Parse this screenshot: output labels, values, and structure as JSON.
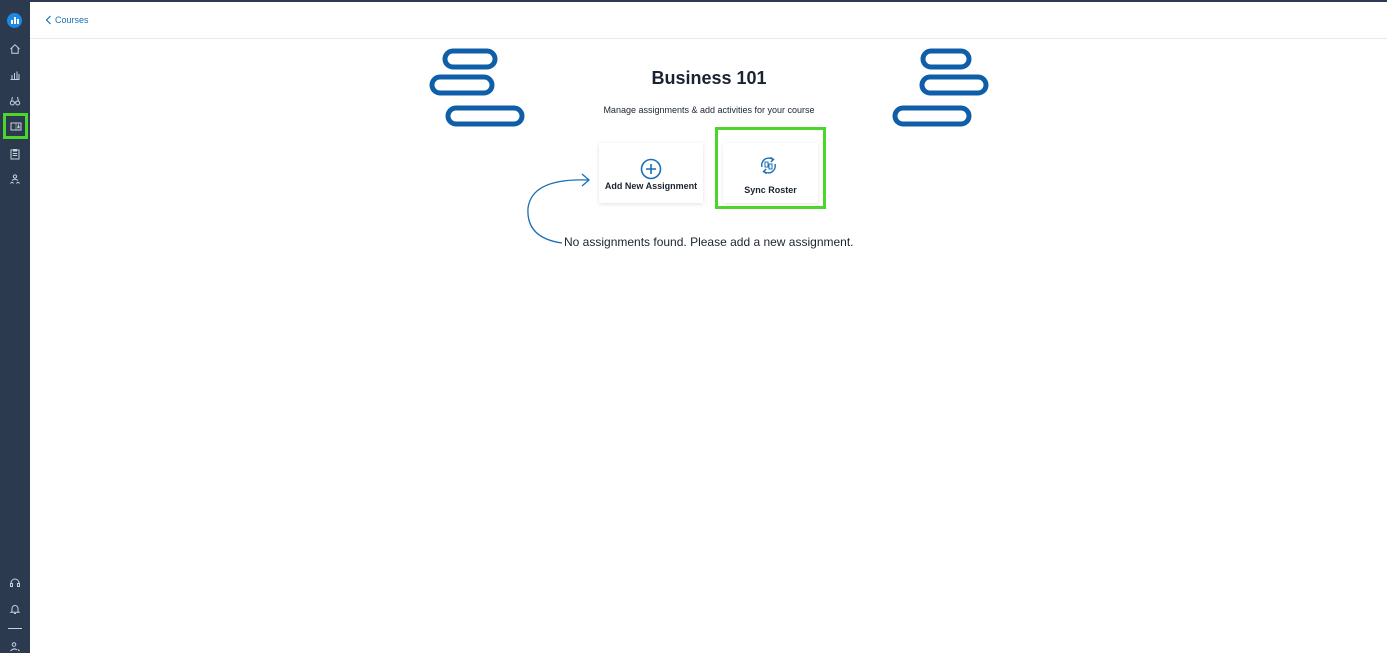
{
  "header": {
    "back_label": "Courses"
  },
  "course": {
    "title": "Business 101",
    "subtitle": "Manage assignments & add activities for your course"
  },
  "actions": {
    "add_assignment_label": "Add New Assignment",
    "sync_roster_label": "Sync Roster"
  },
  "empty_state": {
    "message": "No assignments found. Please add a new assignment."
  },
  "sidebar": {
    "items": [
      {
        "icon": "home-icon"
      },
      {
        "icon": "bar-chart-icon"
      },
      {
        "icon": "binoculars-icon"
      },
      {
        "icon": "courses-icon",
        "active": true
      },
      {
        "icon": "clipboard-icon"
      },
      {
        "icon": "users-icon"
      }
    ],
    "bottom_items": [
      {
        "icon": "headset-icon"
      },
      {
        "icon": "bell-icon"
      },
      {
        "icon": "user-settings-icon"
      }
    ]
  },
  "colors": {
    "sidebar_bg": "#2c3a4f",
    "accent_blue": "#1a6fb5",
    "deco_blue": "#0f5ea8",
    "highlight_green": "#4cd62b"
  }
}
